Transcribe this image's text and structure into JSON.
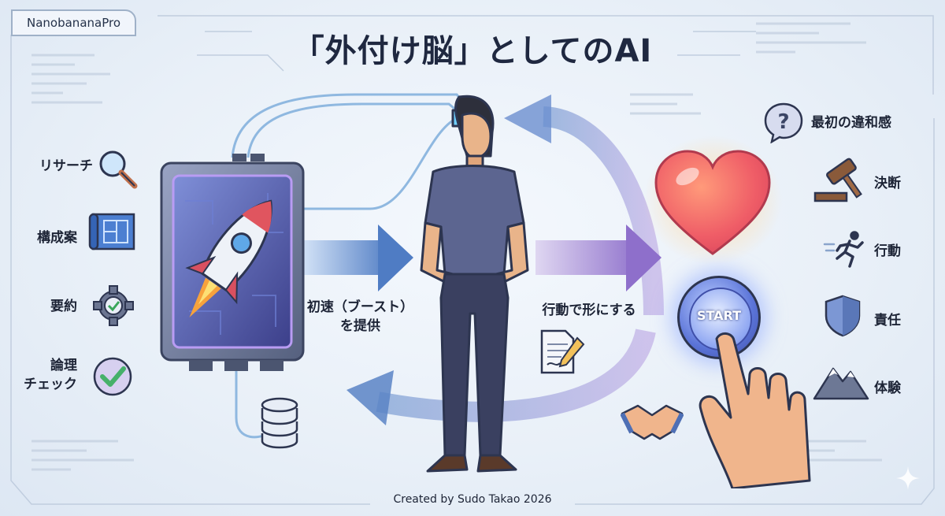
{
  "brand_tag": "NanobananaPro",
  "title": "「外付け脳」としてのAI",
  "left_items": [
    {
      "label": "リサーチ",
      "icon": "magnifier-icon"
    },
    {
      "label": "構成案",
      "icon": "blueprint-icon"
    },
    {
      "label": "要約",
      "icon": "gear-check-icon"
    },
    {
      "label": "論理\nチェック",
      "icon": "checkmark-circle-icon"
    }
  ],
  "middle_left_text": "初速（ブースト）\nを提供",
  "middle_right_text": "行動で形にする",
  "right_items": [
    {
      "label": "最初の違和感",
      "icon": "question-bubble-icon"
    },
    {
      "label": "決断",
      "icon": "gavel-icon"
    },
    {
      "label": "行動",
      "icon": "running-person-icon"
    },
    {
      "label": "責任",
      "icon": "shield-icon"
    },
    {
      "label": "体験",
      "icon": "mountain-icon"
    }
  ],
  "start_button_label": "START",
  "credit": "Created by Sudo Takao 2026",
  "colors": {
    "accent_blue": "#5b84c6",
    "accent_purple": "#8f74c9",
    "heart": "#ef5d67",
    "background": "#e9f0f8"
  }
}
